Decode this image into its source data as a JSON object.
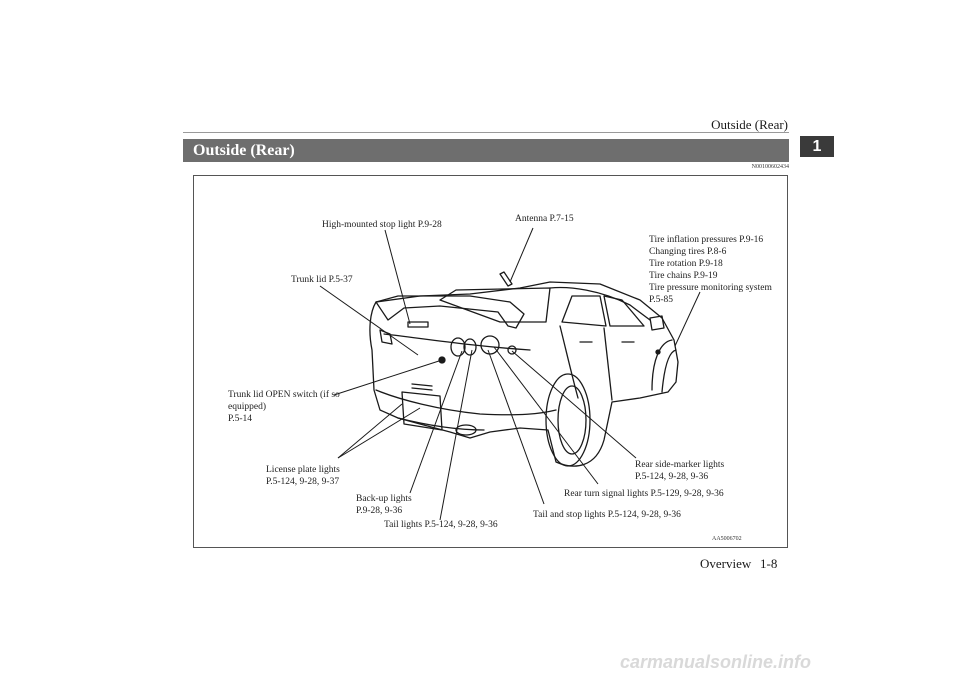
{
  "header": {
    "title": "Outside (Rear)",
    "chapter_number": "1"
  },
  "section": {
    "title": "Outside (Rear)",
    "reference_code": "N00100602434"
  },
  "callouts": {
    "high_mounted_stop_light": "High-mounted stop light P.9-28",
    "antenna": "Antenna P.7-15",
    "tire_lines": [
      "Tire inflation pressures P.9-16",
      "Changing tires P.8-6",
      "Tire rotation P.9-18",
      "Tire chains P.9-19",
      "Tire pressure monitoring system",
      "P.5-85"
    ],
    "trunk_lid": "Trunk lid P.5-37",
    "trunk_lid_open_switch_lines": [
      "Trunk lid OPEN switch (if so",
      "equipped)",
      "P.5-14"
    ],
    "license_plate_lights_lines": [
      "License plate lights",
      "P.5-124, 9-28, 9-37"
    ],
    "back_up_lights_lines": [
      "Back-up lights",
      "P.9-28, 9-36"
    ],
    "tail_lights": "Tail lights P.5-124, 9-28, 9-36",
    "tail_and_stop_lights": "Tail and stop lights P.5-124, 9-28, 9-36",
    "rear_turn_signal_lights": "Rear turn signal lights P.5-129, 9-28, 9-36",
    "rear_side_marker_lights_lines": [
      "Rear side-marker lights",
      "P.5-124, 9-28, 9-36"
    ]
  },
  "image_code": "AA5006702",
  "footer": {
    "section": "Overview",
    "page": "1-8"
  },
  "watermark": "carmanualsonline.info"
}
